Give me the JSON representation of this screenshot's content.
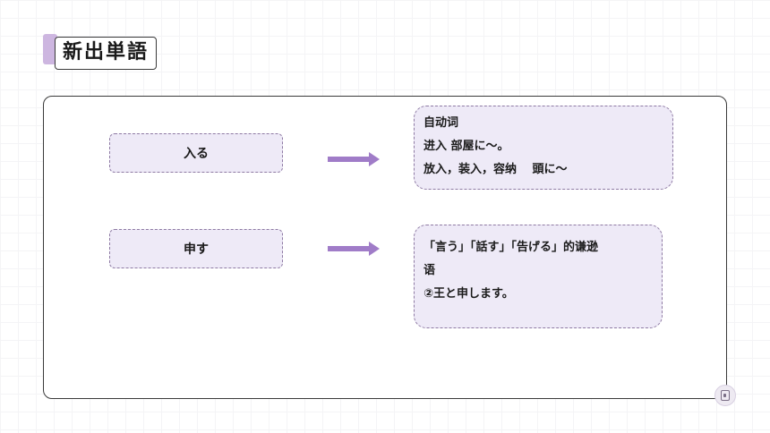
{
  "title": "新出単語",
  "colors": {
    "accent": "#cdb6e0",
    "box_fill": "#eeeaf7",
    "box_border": "#8e7aa3",
    "arrow": "#a07cc8"
  },
  "entries": [
    {
      "word": "入る",
      "definition": [
        "自动词",
        "进入 部屋に～。",
        "放入，装入，容纳　 頭に～"
      ]
    },
    {
      "word": "申す",
      "definition": [
        "「言う」「話す」「告げる」的谦逊",
        "语",
        "②王と申します。"
      ]
    }
  ],
  "icons": {
    "corner": "book-icon",
    "arrow": "arrow-right-icon"
  }
}
